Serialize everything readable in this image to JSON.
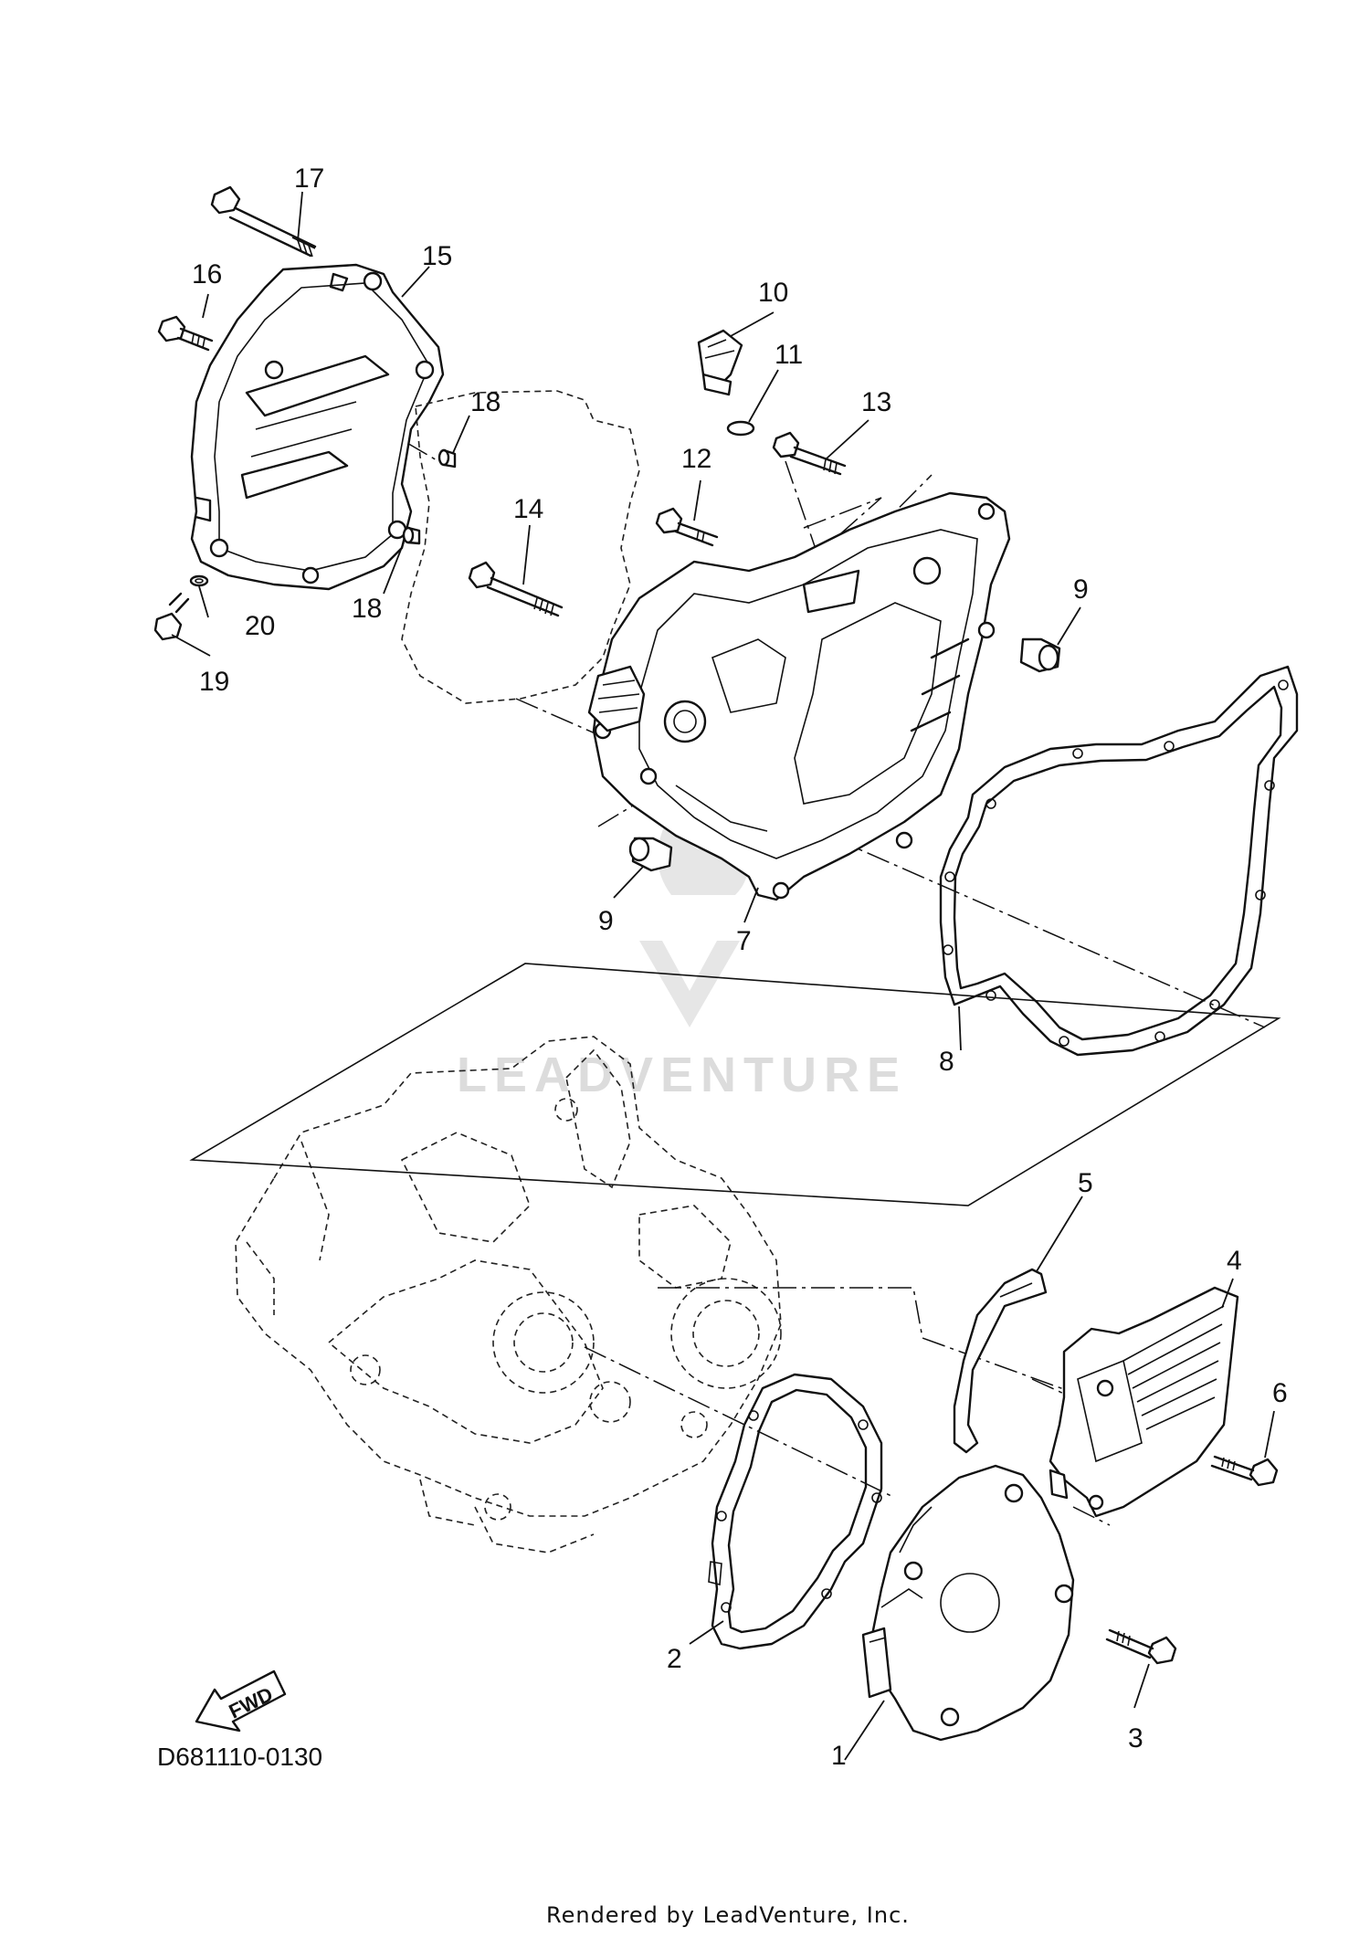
{
  "diagram": {
    "reference_code": "D681110-0130",
    "footer_text": "Rendered by LeadVenture, Inc.",
    "watermark_text": "LEADVENTURE",
    "direction_arrow_label": "FWD",
    "callouts": {
      "c1": "1",
      "c2": "2",
      "c3": "3",
      "c4": "4",
      "c5": "5",
      "c6": "6",
      "c7": "7",
      "c8": "8",
      "c9a": "9",
      "c9b": "9",
      "c10": "10",
      "c11": "11",
      "c12": "12",
      "c13": "13",
      "c14": "14",
      "c15": "15",
      "c16": "16",
      "c17": "17",
      "c18a": "18",
      "c18b": "18",
      "c19": "19",
      "c20": "20"
    }
  }
}
